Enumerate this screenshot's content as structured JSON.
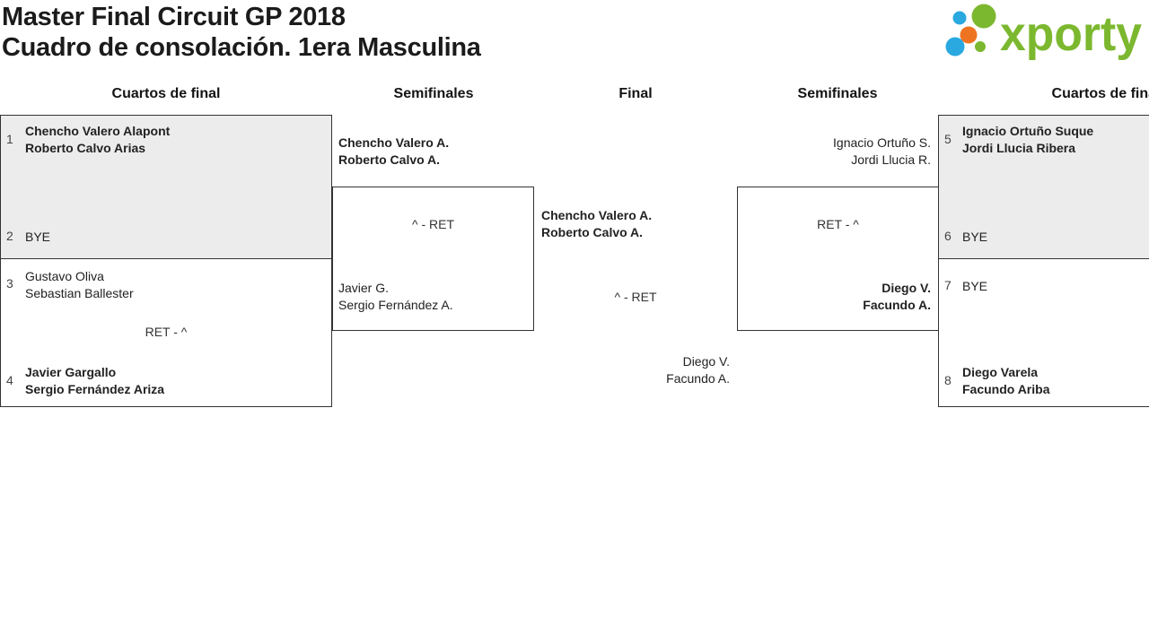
{
  "title": {
    "line1": "Master Final Circuit GP 2018",
    "line2": "Cuadro de consolación. 1era Masculina"
  },
  "logo": {
    "text": "xporty"
  },
  "round_headers": [
    "Cuartos de final",
    "Semifinales",
    "Final",
    "Semifinales",
    "Cuartos de final"
  ],
  "matches": {
    "qf_left_top": {
      "seed_top": "1",
      "team_top_line1": "Chencho Valero Alapont",
      "team_top_line2": "Roberto Calvo Arias",
      "seed_bottom": "2",
      "team_bottom_line1": "BYE"
    },
    "qf_left_bottom": {
      "seed_top": "3",
      "team_top_line1": "Gustavo Oliva",
      "team_top_line2": "Sebastian Ballester",
      "score": "RET - ^",
      "seed_bottom": "4",
      "team_bottom_line1": "Javier Gargallo",
      "team_bottom_line2": "Sergio Fernández Ariza"
    },
    "semifinal_left": {
      "team_top_line1": "Chencho Valero A.",
      "team_top_line2": "Roberto Calvo A.",
      "score": "^ - RET",
      "team_bottom_line1": "Javier G.",
      "team_bottom_line2": "Sergio Fernández A."
    },
    "final": {
      "team_top_line1": "Chencho Valero A.",
      "team_top_line2": "Roberto Calvo A.",
      "score": "^ - RET",
      "team_bottom_line1": "Diego V.",
      "team_bottom_line2": "Facundo A."
    },
    "semifinal_right": {
      "team_top_line1": "Ignacio Ortuño S.",
      "team_top_line2": "Jordi Llucia R.",
      "score": "RET - ^",
      "team_bottom_line1": "Diego V.",
      "team_bottom_line2": "Facundo A."
    },
    "qf_right_top": {
      "seed_top": "5",
      "team_top_line1": "Ignacio Ortuño Suque",
      "team_top_line2": "Jordi Llucia Ribera",
      "seed_bottom": "6",
      "team_bottom_line1": "BYE"
    },
    "qf_right_bottom": {
      "seed_top": "7",
      "team_top_line1": "BYE",
      "seed_bottom": "8",
      "team_bottom_line1": "Diego Varela",
      "team_bottom_line2": "Facundo Ariba"
    }
  },
  "colors": {
    "brand_green": "#7cb82f",
    "brand_blue": "#2aa9e0",
    "brand_orange": "#ee7422",
    "box_fill_gray": "#ececec",
    "box_border": "#333333",
    "text": "#1f1f1f"
  }
}
